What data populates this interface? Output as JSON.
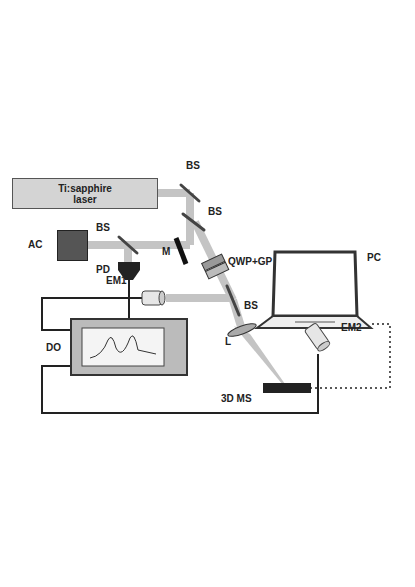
{
  "diagram": {
    "nodes": [
      {
        "text": [
          "Ti:sapphire laser"
        ]
      },
      {
        "text": [
          "AC"
        ]
      },
      {
        "text": [
          "PD"
        ]
      },
      {
        "text": [
          "EM1"
        ]
      },
      {
        "text": [
          "PC"
        ]
      },
      {
        "text": [
          "DO"
        ]
      },
      {
        "text": [
          "EM2"
        ]
      },
      {
        "text": [
          "3D MS"
        ]
      }
    ],
    "edges": [
      {
        "from": 2,
        "to": 5,
        "arrow": "none"
      },
      {
        "from": 3,
        "to": 5,
        "arrow": "none"
      },
      {
        "from": 6,
        "to": 5,
        "arrow": "none"
      },
      {
        "from": 4,
        "to": 7,
        "arrow": "none"
      }
    ],
    "labels": [
      "BS",
      "BS",
      "BS",
      "BS",
      "M",
      "QWP+GP",
      "L"
    ]
  }
}
